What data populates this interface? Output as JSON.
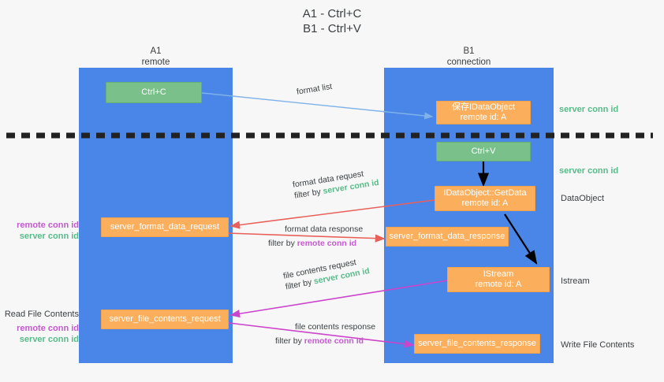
{
  "title": {
    "line1": "A1 - Ctrl+C",
    "line2": "B1 - Ctrl+V"
  },
  "columns": [
    {
      "name": "A1",
      "sub": "remote"
    },
    {
      "name": "B1",
      "sub": "connection"
    }
  ],
  "nodes": {
    "ctrl_c": {
      "label": "Ctrl+C"
    },
    "ctrl_v": {
      "label": "Ctrl+V"
    },
    "idataobject_store": {
      "line1": "保存IDataObject",
      "line2": "remote id: A"
    },
    "idataobject_getdata": {
      "line1": "IDataObject::GetData",
      "line2": "remote id: A"
    },
    "istream": {
      "line1": "IStream",
      "line2": "remote id: A"
    },
    "server_format_data_request": {
      "label": "server_format_data_request"
    },
    "server_format_data_response": {
      "label": "server_format_data_response"
    },
    "server_file_contents_request": {
      "label": "server_file_contents_request"
    },
    "server_file_contents_response": {
      "label": "server_file_contents_response"
    }
  },
  "edges": {
    "format_list": {
      "label": "format list"
    },
    "format_data_request": {
      "label": "format data request",
      "filter_prefix": "filter by ",
      "filter_value": "server conn id"
    },
    "format_data_response": {
      "label": "format data response",
      "filter_prefix": "filter by ",
      "filter_value": "remote conn id"
    },
    "file_contents_request": {
      "label": "file contents request",
      "filter_prefix": "filter by ",
      "filter_value": "server conn id"
    },
    "file_contents_response": {
      "label": "file contents response",
      "filter_prefix": "filter by ",
      "filter_value": "remote conn id"
    }
  },
  "left_labels": {
    "format_remote": "remote conn id",
    "format_server": "server conn id",
    "read_file_contents": "Read File Contents",
    "file_remote": "remote conn id",
    "file_server": "server conn id"
  },
  "right_labels": {
    "server_conn_top": "server conn id",
    "server_conn_mid": "server conn id",
    "dataobject": "DataObject",
    "istream": "Istream",
    "write_file_contents": "Write File Contents"
  },
  "colors": {
    "lane": "#4a86e8",
    "green_box": "#79c08a",
    "orange_box": "#fbaf5d",
    "green_text": "#57bb8a",
    "magenta_text": "#c45ad0",
    "arrow_blue": "#7fb2e8",
    "arrow_red": "#e8605a",
    "arrow_magenta": "#cc44cc",
    "arrow_black": "#000000",
    "divider": "#222222",
    "background": "#f7f7f7"
  }
}
